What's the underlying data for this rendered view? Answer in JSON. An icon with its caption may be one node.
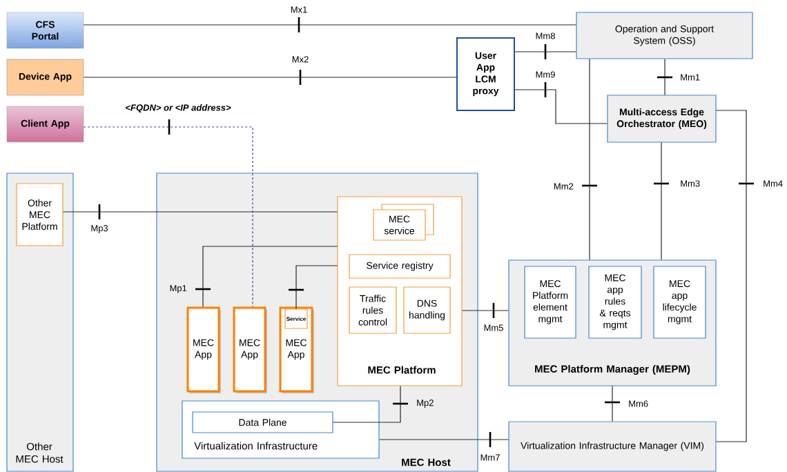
{
  "diagram": {
    "nodes": [
      {
        "text": [
          "CFS Portal"
        ]
      },
      {
        "text": [
          "Device App"
        ]
      },
      {
        "text": [
          "Client App"
        ]
      },
      {
        "text": [
          "Operation and Support System (OSS)"
        ]
      },
      {
        "text": [
          "User App LCM proxy"
        ]
      },
      {
        "text": [
          "Multi-access Edge Orchestrator (MEO)"
        ]
      },
      {
        "text": [
          "Other MEC Host"
        ]
      },
      {
        "text": [
          "Other MEC Platform"
        ],
        "in": 6
      },
      {
        "text": [
          "MEC Host"
        ]
      },
      {
        "text": [
          "MEC Platform"
        ],
        "in": 8
      },
      {
        "text": [
          "MEC service"
        ],
        "in": 9
      },
      {
        "text": [
          "Service registry"
        ],
        "in": 9
      },
      {
        "text": [
          "Traffic rules control"
        ],
        "in": 9
      },
      {
        "text": [
          "DNS handling"
        ],
        "in": 9
      },
      {
        "text": [
          "MEC App"
        ],
        "in": 8
      },
      {
        "text": [
          "MEC App"
        ],
        "in": 8
      },
      {
        "text": [
          "MEC App"
        ],
        "in": 8
      },
      {
        "text": [
          "Service"
        ],
        "in": 16
      },
      {
        "text": [
          "Virtualization Infrastructure"
        ],
        "in": 8
      },
      {
        "text": [
          "Data Plane"
        ],
        "in": 18
      },
      {
        "text": [
          "MEC Platform Manager (MEPM)"
        ]
      },
      {
        "text": [
          "MEC Platform element mgmt"
        ],
        "in": 20
      },
      {
        "text": [
          "MEC app rules & reqts mgmt"
        ],
        "in": 20
      },
      {
        "text": [
          "MEC app lifecycle mgmt"
        ],
        "in": 20
      },
      {
        "text": [
          "Virtualization Infrastructure Manager (VIM)"
        ]
      }
    ],
    "edges": [
      {
        "from": 0,
        "to": 3,
        "arrow": "none",
        "label": "Mx1"
      },
      {
        "from": 1,
        "to": 4,
        "arrow": "none",
        "label": "Mx2"
      },
      {
        "from": 2,
        "to": 15,
        "arrow": "none",
        "label": "<FQDN> or <IP address>",
        "style": "dashed",
        "color": "#5c2d91"
      },
      {
        "from": 4,
        "to": 3,
        "arrow": "none",
        "label": "Mm8"
      },
      {
        "from": 4,
        "to": 5,
        "arrow": "none",
        "label": "Mm9"
      },
      {
        "from": 3,
        "to": 5,
        "arrow": "none",
        "label": "Mm1"
      },
      {
        "from": 3,
        "to": 20,
        "arrow": "none",
        "label": "Mm2"
      },
      {
        "from": 5,
        "to": 20,
        "arrow": "none",
        "label": "Mm3"
      },
      {
        "from": 5,
        "to": 24,
        "arrow": "none",
        "label": "Mm4"
      },
      {
        "from": 20,
        "to": 24,
        "arrow": "none",
        "label": "Mm6"
      },
      {
        "from": 9,
        "to": 20,
        "arrow": "none",
        "label": "Mm5"
      },
      {
        "from": 7,
        "to": 9,
        "arrow": "none",
        "label": "Mp3"
      },
      {
        "from": 9,
        "to": 14,
        "arrow": "none",
        "label": "Mp1"
      },
      {
        "from": 9,
        "to": 17,
        "arrow": "none"
      },
      {
        "from": 19,
        "to": 9,
        "arrow": "none",
        "label": "Mp2"
      },
      {
        "from": 18,
        "to": 24,
        "arrow": "none",
        "label": "Mm7"
      }
    ]
  }
}
